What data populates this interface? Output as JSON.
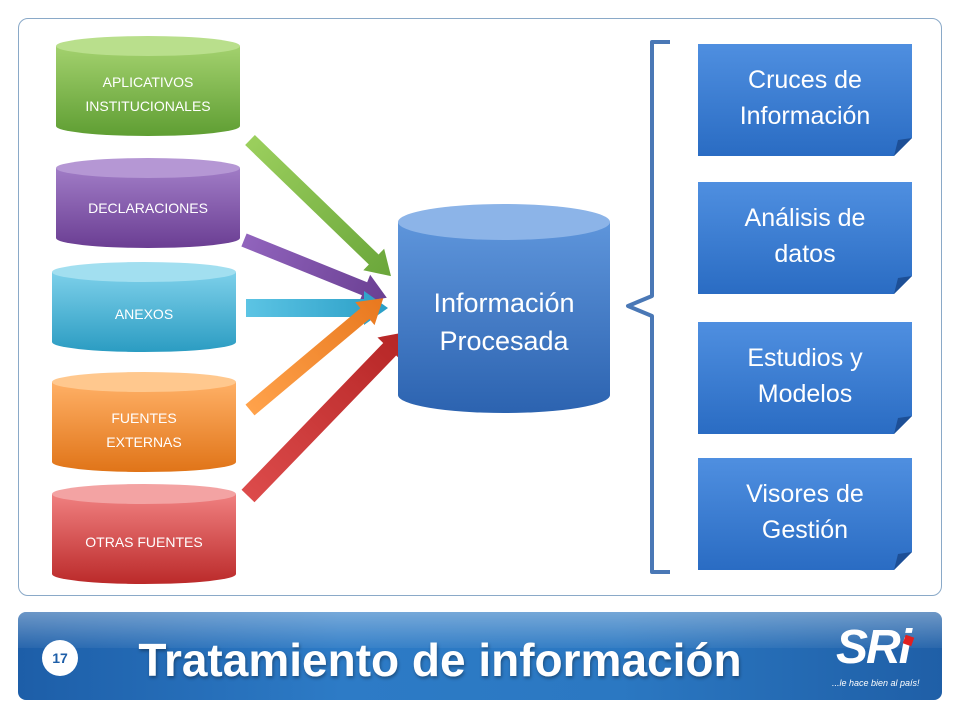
{
  "sources": [
    {
      "label": "APLICATIVOS INSTITUCIONALES",
      "color": "#7ab648"
    },
    {
      "label": "DECLARACIONES",
      "color": "#7e53a6"
    },
    {
      "label": "ANEXOS",
      "color": "#3aaed0"
    },
    {
      "label": "FUENTES EXTERNAS",
      "color": "#f08c2a"
    },
    {
      "label": "OTRAS FUENTES",
      "color": "#cf3a3a"
    }
  ],
  "center": {
    "label": "Información\nProcesada",
    "color": "#3a78c8"
  },
  "outputs": [
    {
      "label": "Cruces de\nInformación"
    },
    {
      "label": "Análisis de\ndatos"
    },
    {
      "label": "Estudios y\nModelos"
    },
    {
      "label": "Visores de\nGestión"
    }
  ],
  "output_color": "#3a7fd5",
  "bracket_color": "#4a78b6",
  "footer": {
    "page_number": "17",
    "title": "Tratamiento de información",
    "logo_text": "SRi",
    "slogan": "...le hace bien al país!"
  }
}
